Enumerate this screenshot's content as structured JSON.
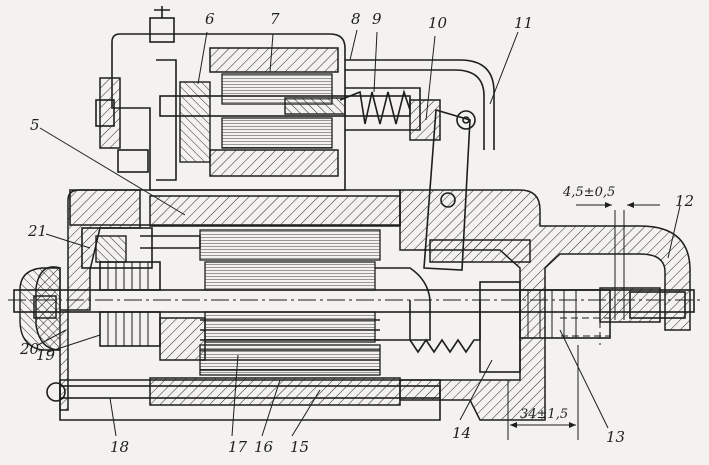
{
  "labels": {
    "l5": "5",
    "l6": "6",
    "l7": "7",
    "l8": "8",
    "l9": "9",
    "l10": "10",
    "l11": "11",
    "l12": "12",
    "l13": "13",
    "l14": "14",
    "l15": "15",
    "l16": "16",
    "l17": "17",
    "l18": "18",
    "l19": "19",
    "l20": "20",
    "l21": "21"
  },
  "dimensions": {
    "gap": "4,5±0,5",
    "length": "34±1,5"
  }
}
